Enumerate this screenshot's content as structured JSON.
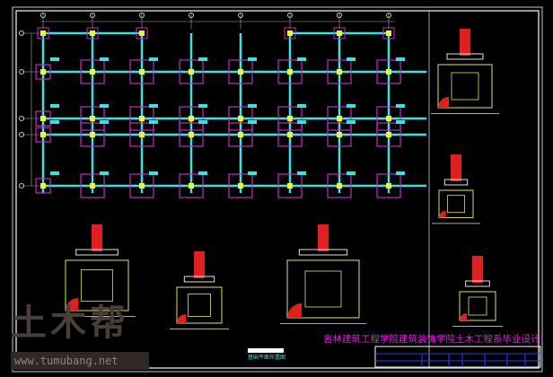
{
  "drawing": {
    "title_block_heading": "吉林建筑工程学院建筑装饰学院土木工程系毕业设计",
    "plan_label": "基础平面布置图"
  },
  "watermark": {
    "logo_text": "土木帮",
    "url": "www.tumubang.net"
  },
  "colors": {
    "background": "#000000",
    "beam": "#40e0e0",
    "footing": "#c030c0",
    "column": "#f0f040",
    "rebar": "#e02020",
    "frame": "#c8c8c8",
    "title": "#e020e0"
  }
}
